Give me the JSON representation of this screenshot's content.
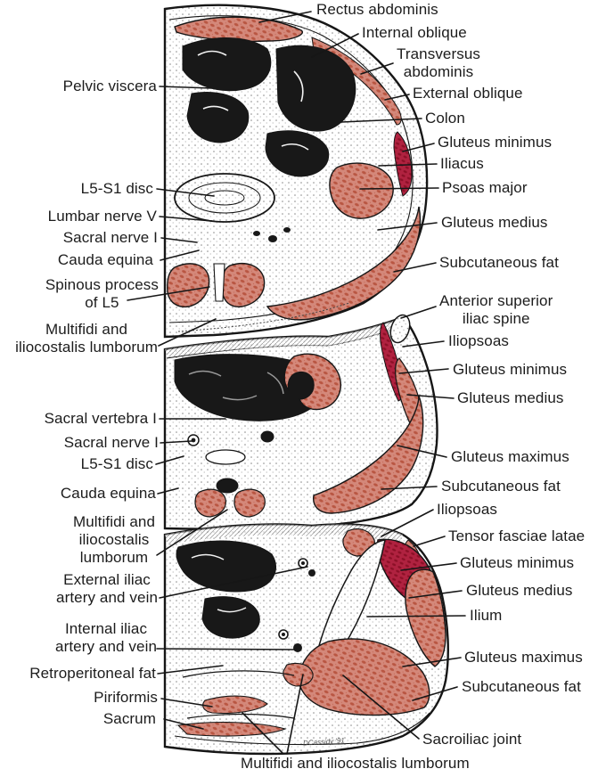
{
  "figure_type": "anatomical cross-section diagram, three axial sections of lumbosacral/pelvic region",
  "colors": {
    "paper": "#ffffff",
    "ink": "#1a1a1a",
    "muscle_salmon": "#d4887a",
    "muscle_salmon_dark": "#b95642",
    "muscle_crimson": "#b02240",
    "muscle_crimson_dark": "#8c1027"
  },
  "labels": {
    "pelvic_viscera": "Pelvic viscera",
    "l5s1_disc_1": "L5-S1 disc",
    "lumbar_nerve_v": "Lumbar nerve V",
    "sacral_nerve_i_1": "Sacral nerve I",
    "cauda_equina_1": "Cauda equina",
    "spinous_process_l5": "Spinous process\nof L5",
    "multifidi_1": "Multifidi and\niliocostalis lumborum",
    "sacral_vertebra_i": "Sacral vertebra I",
    "sacral_nerve_i_2": "Sacral nerve I",
    "l5s1_disc_2": "L5-S1 disc",
    "cauda_equina_2": "Cauda equina",
    "multifidi_2": "Multifidi and\niliocostalis\nlumborum",
    "external_iliac": "External iliac\nartery and vein",
    "internal_iliac": "Internal iliac\nartery and vein",
    "retroperitoneal_fat": "Retroperitoneal fat",
    "piriformis": "Piriformis",
    "sacrum": "Sacrum",
    "rectus_abdominis": "Rectus abdominis",
    "internal_oblique": "Internal oblique",
    "transversus_abdominis": "Transversus\nabdominis",
    "external_oblique": "External oblique",
    "colon": "Colon",
    "gluteus_minimus_1": "Gluteus minimus",
    "iliacus": "Iliacus",
    "psoas_major": "Psoas major",
    "gluteus_medius_1": "Gluteus medius",
    "subcutaneous_fat_1": "Subcutaneous fat",
    "anterior_superior_iliac_spine": "Anterior superior\niliac spine",
    "iliopsoas_1": "Iliopsoas",
    "gluteus_minimus_2": "Gluteus minimus",
    "gluteus_medius_2": "Gluteus medius",
    "gluteus_maximus_1": "Gluteus maximus",
    "subcutaneous_fat_2": "Subcutaneous fat",
    "iliopsoas_2": "Iliopsoas",
    "tensor_fasciae_latae": "Tensor fasciae latae",
    "gluteus_minimus_3": "Gluteus minimus",
    "gluteus_medius_3": "Gluteus medius",
    "ilium": "Ilium",
    "gluteus_maximus_2": "Gluteus maximus",
    "subcutaneous_fat_3": "Subcutaneous fat",
    "sacroiliac_joint": "Sacroiliac joint",
    "multifidi_bottom": "Multifidi and iliocostalis lumborum"
  },
  "signature": "DCassidy '91"
}
